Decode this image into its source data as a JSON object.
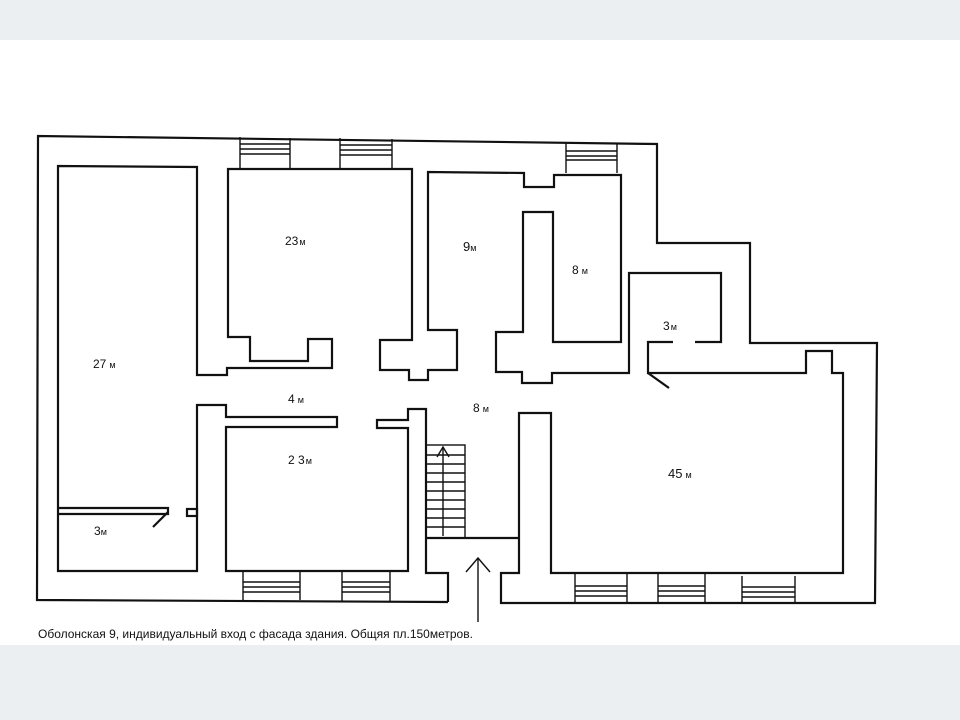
{
  "plan": {
    "rooms": [
      {
        "id": "room-27",
        "area": "27",
        "unit": "м"
      },
      {
        "id": "room-23-top",
        "area": "23",
        "unit": "м"
      },
      {
        "id": "room-9",
        "area": "9",
        "unit": "м"
      },
      {
        "id": "room-8-top",
        "area": "8",
        "unit": "м"
      },
      {
        "id": "room-3-right",
        "area": "3",
        "unit": "м"
      },
      {
        "id": "hall-4",
        "area": "4",
        "unit": "м"
      },
      {
        "id": "hall-8",
        "area": "8",
        "unit": "м"
      },
      {
        "id": "room-23-bottom",
        "area": "2 3",
        "unit": "м"
      },
      {
        "id": "room-45",
        "area": "45",
        "unit": "м"
      },
      {
        "id": "room-3-left",
        "area": "3",
        "unit": "м"
      }
    ],
    "caption": "Оболонская 9,  индивидуальный вход с фасада здания. Общяя пл.150метров."
  }
}
